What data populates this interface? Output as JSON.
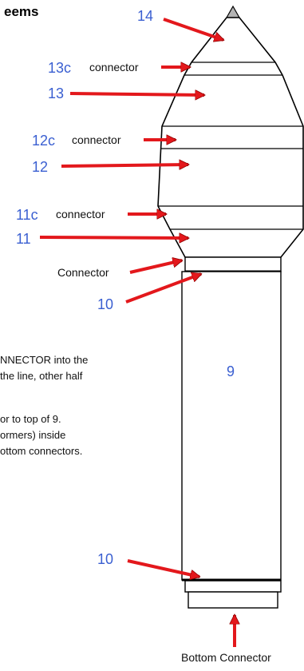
{
  "title_fragment": "eems",
  "labels": {
    "l14": "14",
    "l13c": "13c",
    "l13": "13",
    "l12c": "12c",
    "l12": "12",
    "l11c": "11c",
    "l11": "11",
    "l10_top": "10",
    "l9": "9",
    "l10_bottom": "10"
  },
  "connector_word": "connector",
  "connector_main": "Connector",
  "bottom_connector": "Bottom Connector",
  "notes": [
    "NNECTOR into the",
    "the line, other half",
    "or to top of 9.",
    "ormers) inside",
    "ottom connectors."
  ],
  "colors": {
    "label_blue": "#3a5fd1",
    "arrow_red": "#e3181c",
    "outline": "#000000",
    "tip_gray": "#b3b3b3"
  }
}
